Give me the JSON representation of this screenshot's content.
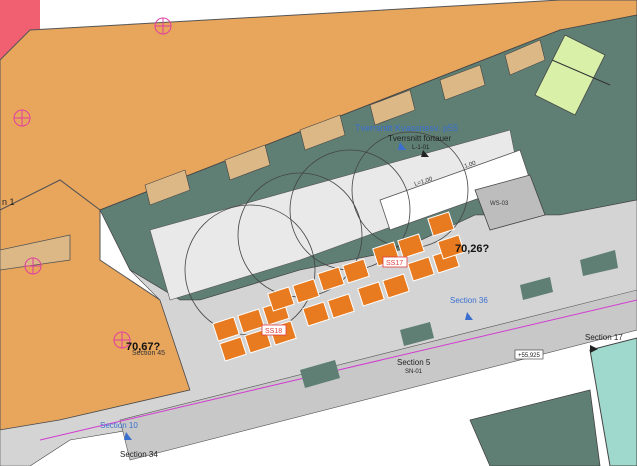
{
  "labels": {
    "section_1_partial": "n 1",
    "tversnitt_kvassnesv": "Tverrsnitt Kvassnesv. p55",
    "tversnitt_forbinder": "Tverrsnitt fortauer",
    "tversnitt_scale": "L-1-01",
    "section_36": "Section 36",
    "section_5": "Section 5",
    "section_5_sub": "SN-01",
    "section_17": "Section 17",
    "section_34": "Section 34",
    "section_10": "Section 10",
    "section_45": "Section 45",
    "elevation_left": "70,67?",
    "elevation_right": "70,26?",
    "ss17": "SS17",
    "ss18": "SS18",
    "dim_1": "L=1,00",
    "dim_2": "1,00",
    "road_tag": "+55,925",
    "block_tag": "WS-03"
  },
  "colors": {
    "building_orange": "#e8a55c",
    "building_tan": "#dcb887",
    "red_zone": "#f06070",
    "green_dark": "#5f7f74",
    "grey_light": "#d4d4d4",
    "grey_mid": "#bdbdbd",
    "solar_orange": "#e87a1f",
    "light_green": "#d8f0a8",
    "teal_pool": "#9fd8cc",
    "label_blue": "#3a6fd0",
    "label_red": "#e03a3a",
    "magenta_line": "#d23ad2"
  }
}
